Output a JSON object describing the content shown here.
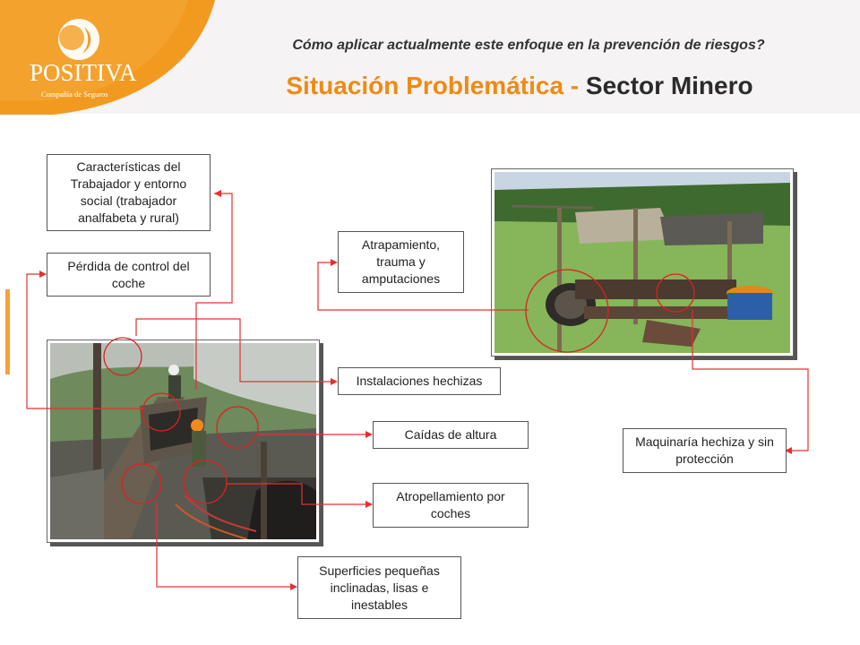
{
  "header": {
    "subtitle": "Cómo aplicar actualmente este enfoque en la prevención de riesgos?",
    "title_main": "Situación Problemática - ",
    "title_sector": "Sector Minero"
  },
  "logo": {
    "name": "POSITIVA",
    "tagline": "Compañía de Seguros"
  },
  "colors": {
    "brand_orange": "#ef8a13",
    "connector_red": "#e53030",
    "title_dark": "#2b2b2b"
  },
  "labels": {
    "worker_traits": "Características del Trabajador  y entorno social (trabajador analfabeta y rural)",
    "loss_of_control": "Pérdida de control del coche",
    "entrapment": "Atrapamiento, trauma y amputaciones",
    "makeshift_installations": "Instalaciones hechizas",
    "falls_from_height": "Caídas de altura",
    "run_over_by_carts": "Atropellamiento por coches",
    "small_surfaces": "Superficies pequeñas inclinadas, lisas e inestables",
    "makeshift_machinery": "Maquinaría hechiza y sin protección"
  }
}
